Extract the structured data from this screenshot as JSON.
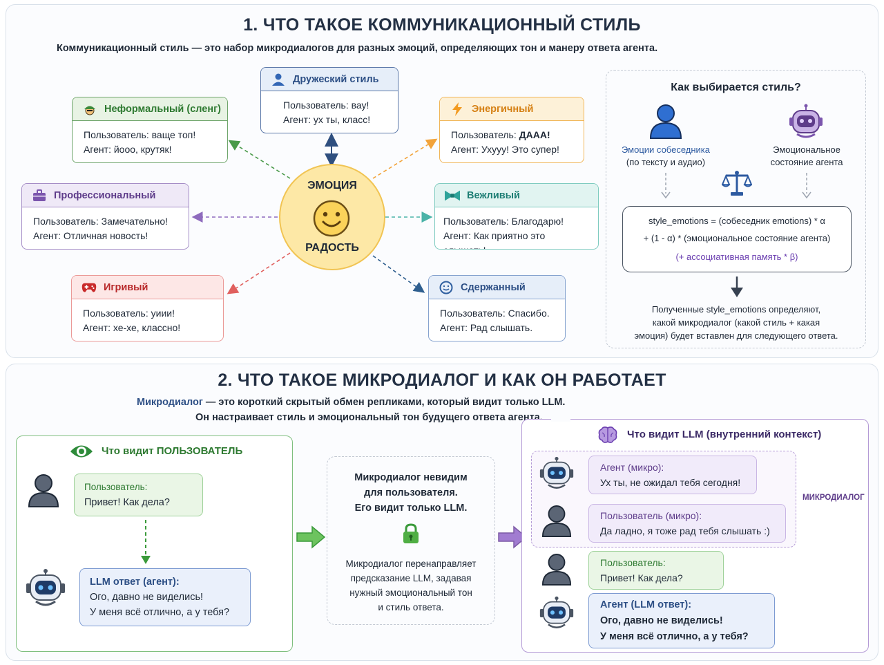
{
  "section1": {
    "title": "1. ЧТО ТАКОЕ КОММУНИКАЦИОННЫЙ СТИЛЬ",
    "subtitle": "Коммуникационный стиль — это набор микродиалогов для разных эмоций, определяющих тон и манеру ответа агента.",
    "emotion_top": "ЭМОЦИЯ",
    "emotion_bottom": "РАДОСТЬ",
    "styles": {
      "friendly": {
        "title": "Дружеский стиль",
        "user": "Пользователь: вау!",
        "agent": "Агент: ух ты, класс!"
      },
      "slang": {
        "title": "Неформальный (сленг)",
        "user": "Пользователь: ваще топ!",
        "agent": "Агент: йооо, крутяк!"
      },
      "energetic": {
        "title": "Энергичный",
        "user_prefix": "Пользователь: ",
        "user_bold": "ДААА!",
        "agent": "Агент: Ухууу! Это супер!"
      },
      "professional": {
        "title": "Профессиональный",
        "user": "Пользователь: Замечательно!",
        "agent": "Агент: Отличная новость!"
      },
      "polite": {
        "title": "Вежливый",
        "user": "Пользователь: Благодарю!",
        "agent": "Агент: Как приятно это слышать!"
      },
      "playful": {
        "title": "Игривый",
        "user": "Пользователь: уиии!",
        "agent": "Агент: хе-хе, классно!"
      },
      "reserved": {
        "title": "Сдержанный",
        "user": "Пользователь: Спасибо.",
        "agent": "Агент: Рад слышать."
      }
    },
    "selection": {
      "title": "Как выбирается стиль?",
      "left_label_1": "Эмоции собеседника",
      "left_label_2": "(по тексту и аудио)",
      "right_label_1": "Эмоциональное",
      "right_label_2": "состояние агента",
      "formula_1": "style_emotions = (собеседник emotions) * α",
      "formula_2": "+ (1 - α) * (эмоциональное состояние агента)",
      "formula_3": "(+ ассоциативная память * β)",
      "result_1": "Полученные style_emotions определяют,",
      "result_2": "какой микродиалог (какой стиль + какая",
      "result_3": "эмоция) будет вставлен для следующего ответа."
    },
    "colors": {
      "green": "#4a9a4a",
      "blue": "#3b5b92",
      "orange": "#f2a33a",
      "purple": "#7d5ba6",
      "teal": "#4bb3a8",
      "red": "#d4504f",
      "lightblue": "#5b7fbf"
    }
  },
  "section2": {
    "title": "2. ЧТО ТАКОЕ МИКРОДИАЛОГ И КАК ОН РАБОТАЕТ",
    "subtitle_term": "Микродиалог",
    "subtitle_rest": " — это короткий скрытый обмен репликами, который видит только LLM.",
    "subtitle_2": "Он настраивает стиль и эмоциональный тон будущего ответа агента.",
    "user_view": {
      "title": "Что видит ПОЛЬЗОВАТЕЛЬ",
      "user_label": "Пользователь:",
      "user_text": "Привет! Как дела?",
      "llm_label": "LLM ответ (агент):",
      "llm_text_1": "Ого, давно не виделись!",
      "llm_text_2": "У меня всё отлично, а у тебя?"
    },
    "middle": {
      "line1": "Микродиалог невидим",
      "line2": "для пользователя.",
      "line3": "Его видит только LLM.",
      "desc1": "Микродиалог перенаправляет",
      "desc2": "предсказание LLM, задавая",
      "desc3": "нужный эмоциональный тон",
      "desc4": "и стиль ответа."
    },
    "llm_view": {
      "title": "Что видит LLM (внутренний контекст)",
      "micro_tag": "МИКРОДИАЛОГ",
      "agent_micro_label": "Агент (микро):",
      "agent_micro_text": "Ух ты, не ожидал тебя сегодня!",
      "user_micro_label": "Пользователь (микро):",
      "user_micro_text": "Да ладно, я тоже рад тебя слышать :)",
      "user_label": "Пользователь:",
      "user_text": "Привет! Как дела?",
      "agent_label": "Агент (LLM ответ):",
      "agent_text_1": "Ого, давно не виделись!",
      "agent_text_2": "У меня всё отлично, а у тебя?"
    }
  }
}
